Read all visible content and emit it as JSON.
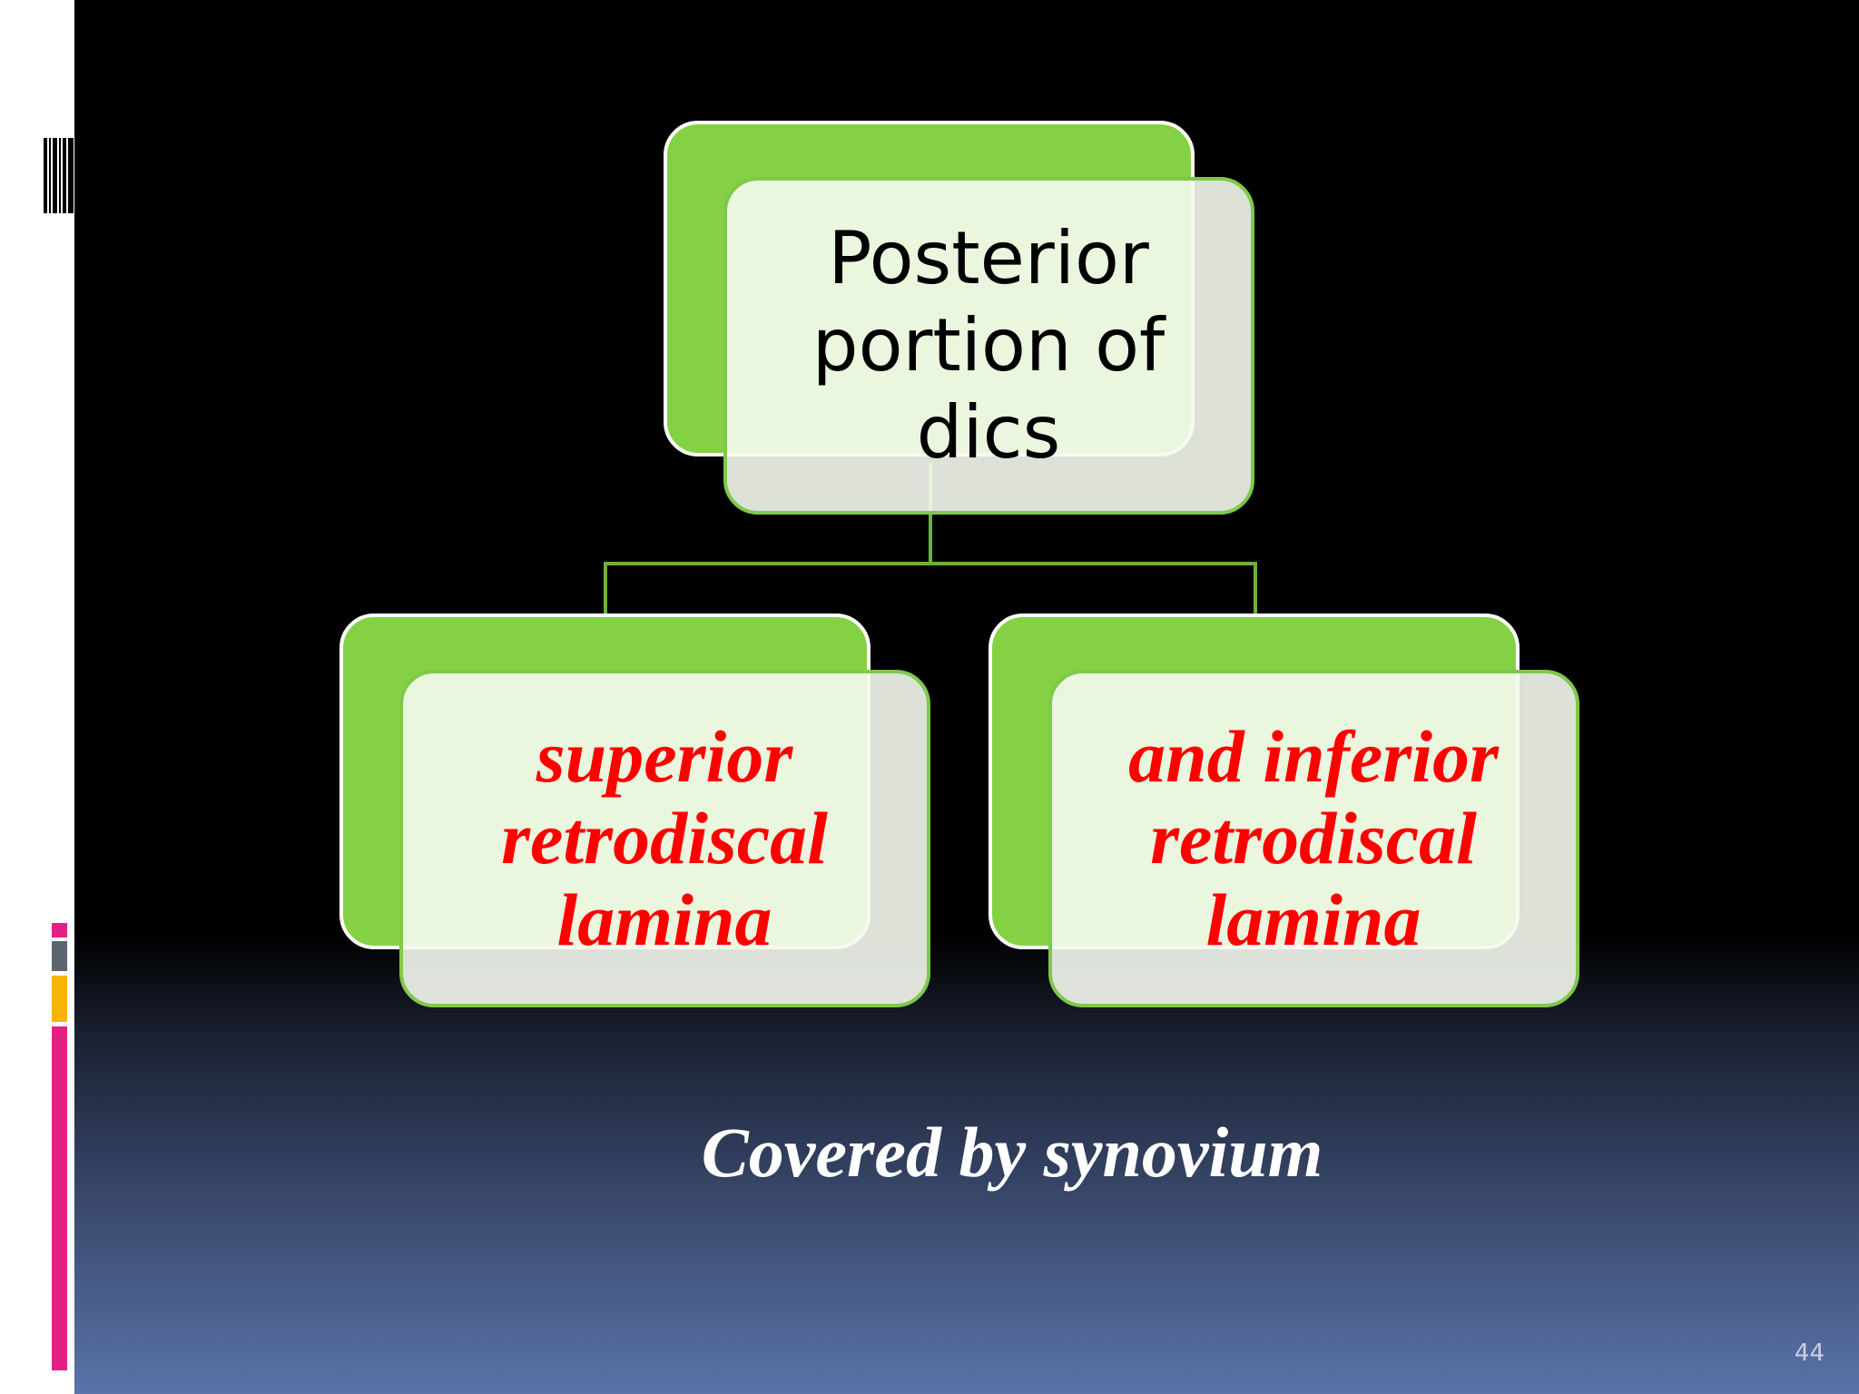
{
  "diagram": {
    "top_node": {
      "text": "Posterior portion of dics"
    },
    "children": [
      {
        "text": "superior retrodiscal lamina"
      },
      {
        "text": "and inferior retrodiscal lamina"
      }
    ]
  },
  "caption": "Covered by synovium",
  "slide_number": "44",
  "colors": {
    "box_green": "#84d243",
    "box_light": "#f2f8ec",
    "connector": "#6cb23b",
    "child_text": "#ff0000",
    "accent_pink": "#e61f83",
    "accent_gray": "#5c6470",
    "accent_yellow": "#f5b400"
  }
}
